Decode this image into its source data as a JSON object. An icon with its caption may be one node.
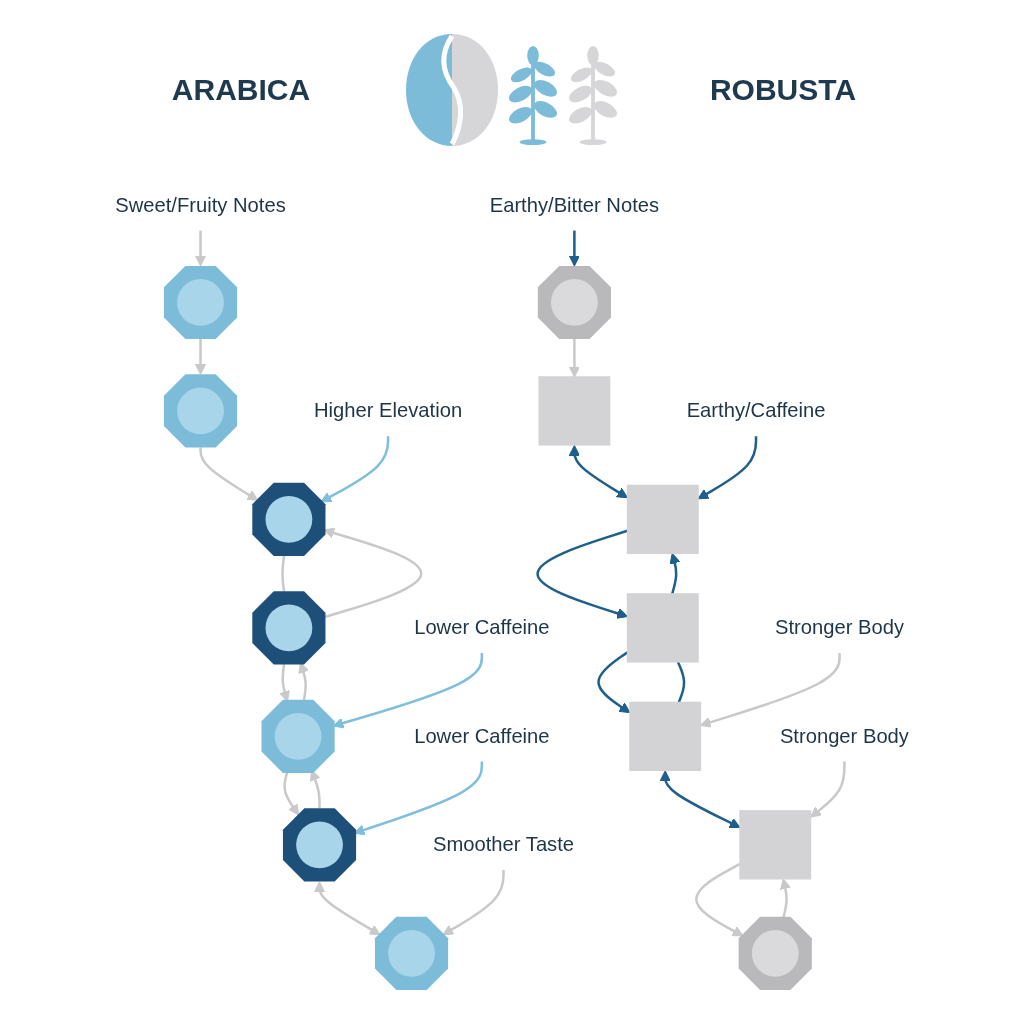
{
  "diagram": {
    "nodes": [
      {
        "text": [],
        "shape": "octagon"
      },
      {
        "text": [
          "Sweet/Fruity Notes"
        ]
      },
      {
        "text": [],
        "shape": "octagon"
      },
      {
        "text": [
          "Higher Elevation"
        ]
      },
      {
        "text": [],
        "shape": "octagon"
      },
      {
        "text": [],
        "shape": "octagon"
      },
      {
        "text": [
          "Lower Caffeine"
        ]
      },
      {
        "text": [],
        "shape": "octagon"
      },
      {
        "text": [],
        "shape": "octagon"
      },
      {
        "text": [
          "Lower Caffeine"
        ]
      },
      {
        "text": [],
        "shape": "octagon"
      },
      {
        "text": [
          "Smoother Taste"
        ]
      },
      {
        "text": [
          "Earthy/Bitter Notes"
        ]
      },
      {
        "text": [],
        "shape": "octagon"
      },
      {
        "text": [],
        "shape": "box"
      },
      {
        "text": [],
        "shape": "box"
      },
      {
        "text": [
          "Earthy/Caffeine"
        ]
      },
      {
        "text": [],
        "shape": "box"
      },
      {
        "text": [],
        "shape": "box"
      },
      {
        "text": [
          "Stronger Body"
        ]
      },
      {
        "text": [
          "Stronger Body"
        ]
      },
      {
        "text": [],
        "shape": "box"
      },
      {
        "text": [],
        "shape": "octagon"
      }
    ],
    "edges": [
      {
        "from": 1,
        "to": 0,
        "arrow": "to"
      },
      {
        "from": 0,
        "to": 2,
        "arrow": "to"
      },
      {
        "from": 2,
        "to": 4,
        "arrow": "to"
      },
      {
        "from": 3,
        "to": 4,
        "arrow": "to",
        "color": "#7fbfdc"
      },
      {
        "from": 4,
        "to": 5,
        "arrow": "none"
      },
      {
        "from": 5,
        "to": 4,
        "arrow": "to"
      },
      {
        "from": 5,
        "to": 7,
        "arrow": "to"
      },
      {
        "from": 7,
        "to": 5,
        "arrow": "to"
      },
      {
        "from": 6,
        "to": 7,
        "arrow": "to",
        "color": "#7fbfdc"
      },
      {
        "from": 7,
        "to": 8,
        "arrow": "to"
      },
      {
        "from": 8,
        "to": 7,
        "arrow": "to"
      },
      {
        "from": 9,
        "to": 8,
        "arrow": "to",
        "color": "#7fbfdc"
      },
      {
        "from": 8,
        "to": 10,
        "arrow": "both"
      },
      {
        "from": 11,
        "to": 10,
        "arrow": "to"
      },
      {
        "from": 12,
        "to": 13,
        "arrow": "to",
        "color": "#1f5f8b"
      },
      {
        "from": 13,
        "to": 14,
        "arrow": "to"
      },
      {
        "from": 14,
        "to": 15,
        "arrow": "both",
        "color": "#1f5f8b"
      },
      {
        "from": 16,
        "to": 15,
        "arrow": "to",
        "color": "#1f5f8b"
      },
      {
        "from": 15,
        "to": 17,
        "arrow": "to",
        "color": "#1f5f8b"
      },
      {
        "from": 17,
        "to": 15,
        "arrow": "to",
        "color": "#1f5f8b"
      },
      {
        "from": 17,
        "to": 18,
        "arrow": "to",
        "color": "#1f5f8b"
      },
      {
        "from": 17,
        "to": 18,
        "arrow": "none",
        "color": "#1f5f8b"
      },
      {
        "from": 19,
        "to": 18,
        "arrow": "to"
      },
      {
        "from": 18,
        "to": 21,
        "arrow": "both",
        "color": "#1f5f8b"
      },
      {
        "from": 20,
        "to": 21,
        "arrow": "to"
      },
      {
        "from": 21,
        "to": 22,
        "arrow": "to"
      },
      {
        "from": 22,
        "to": 21,
        "arrow": "to"
      }
    ],
    "labels": [
      "ARABICA",
      "ROBUSTA"
    ]
  }
}
